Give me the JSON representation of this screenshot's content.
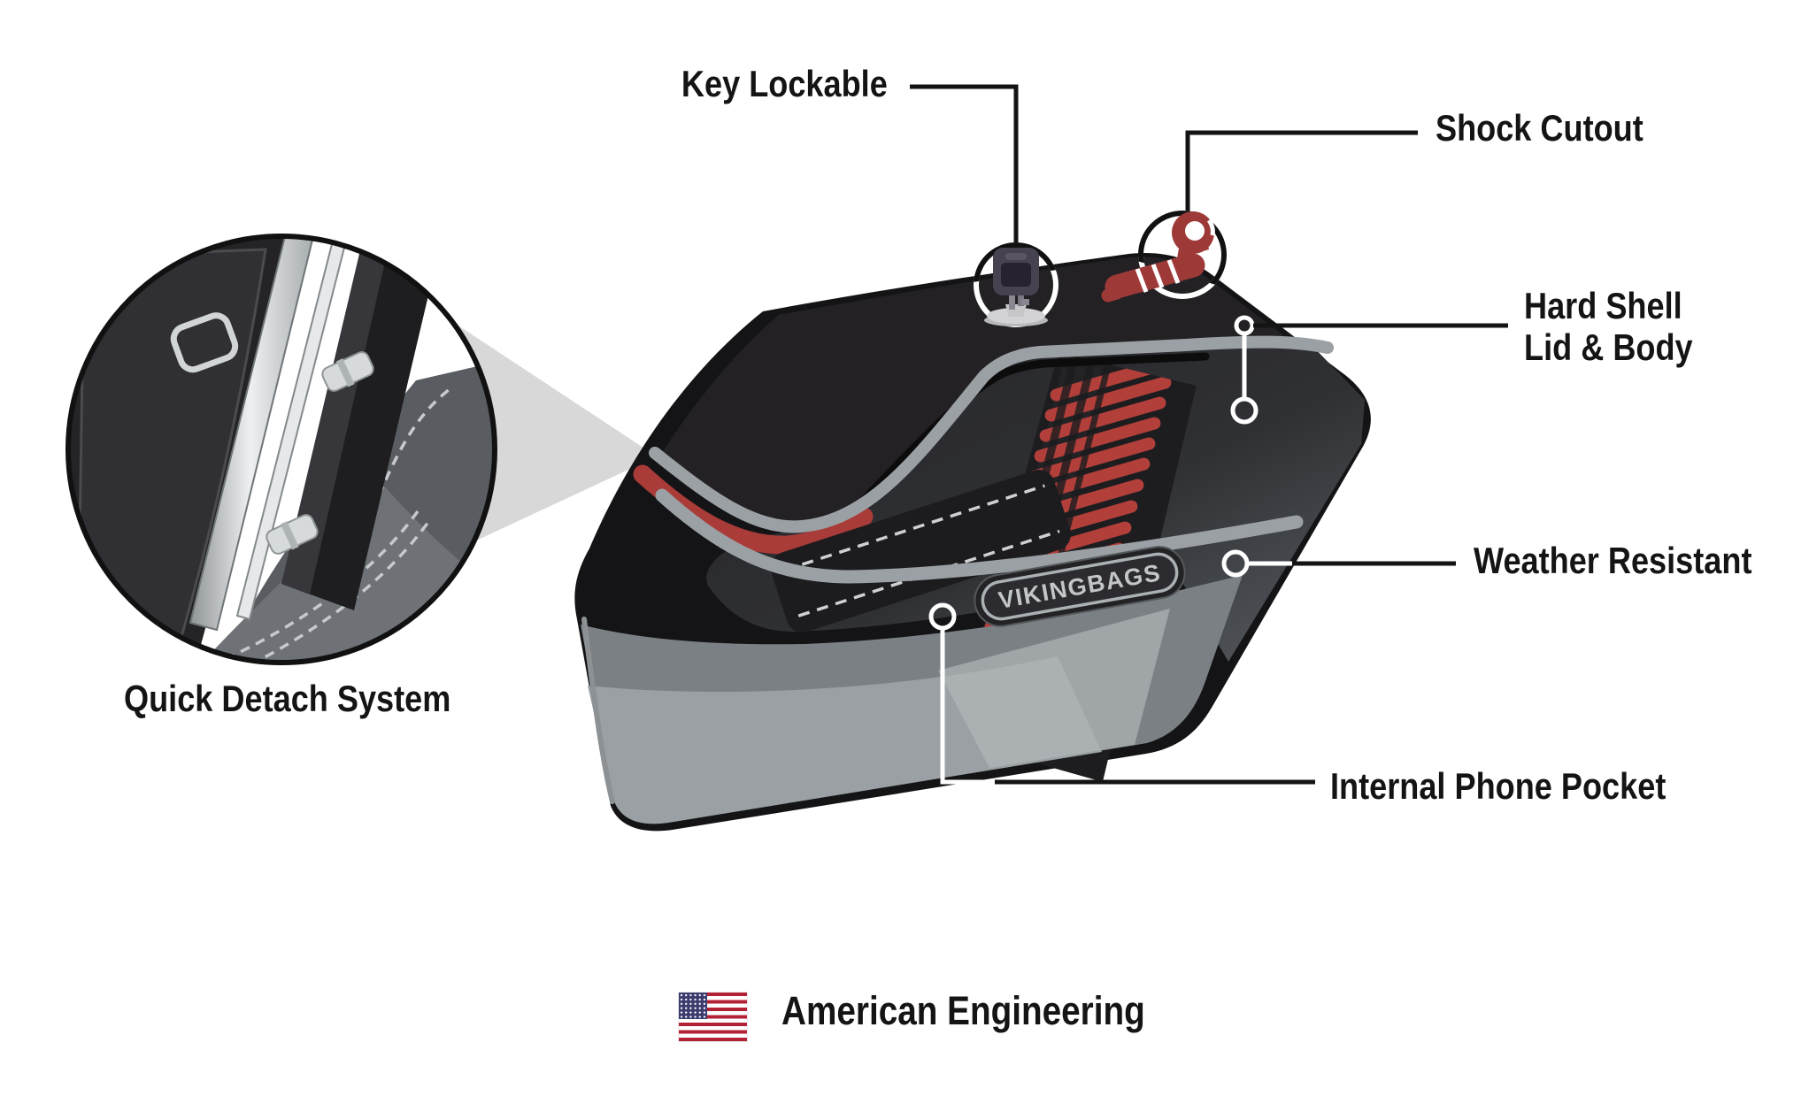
{
  "callouts": {
    "key_lockable": "Key Lockable",
    "shock_cutout": "Shock Cutout",
    "hard_shell_line1": "Hard Shell",
    "hard_shell_line2": "Lid & Body",
    "weather_resistant": "Weather Resistant",
    "internal_phone_pocket": "Internal Phone Pocket",
    "quick_detach_system": "Quick Detach System"
  },
  "footer": {
    "american_engineering": "American Engineering"
  },
  "brand": {
    "badge_text": "VIKINGBAGS"
  },
  "icons": {
    "key": "key-icon",
    "shock": "shock-absorber-icon",
    "flag": "us-flag-icon"
  },
  "colors": {
    "accent_red": "#A93B38",
    "spring_red": "#B23F3A",
    "trim_silver": "#9BA0A4",
    "body_gray": "#7B8084",
    "line_black": "#141414",
    "beam_gray": "#D8D8D8",
    "bag_black": "#141416"
  }
}
